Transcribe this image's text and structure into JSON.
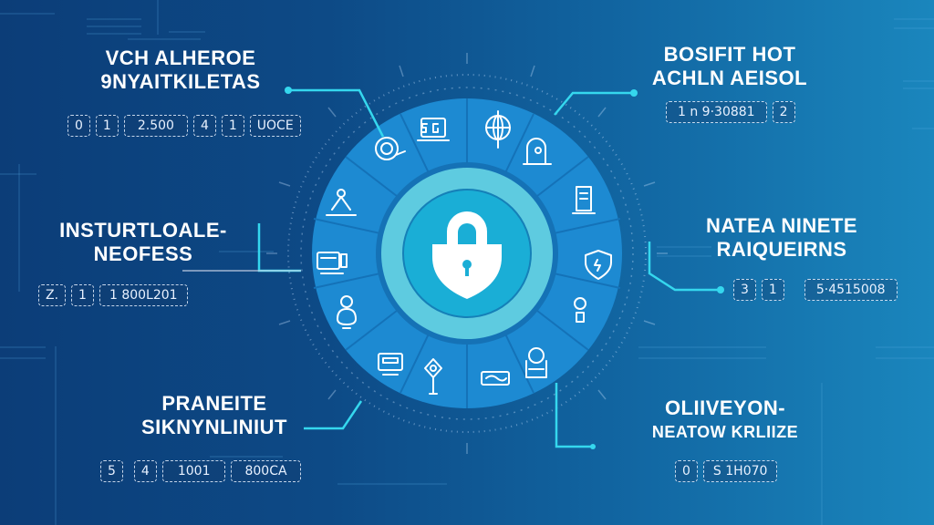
{
  "colors": {
    "background_left": "#0c3d78",
    "background_right": "#1a86bd",
    "connector": "#35d7ee",
    "ring_outer": "#1e8fd6",
    "ring_inner_band": "#60cde0",
    "core": "#1ab0d8",
    "lock": "#ffffff"
  },
  "center": {
    "icon": "padlock-icon"
  },
  "ring_icons": [
    "shield-target-icon",
    "5g-device-icon",
    "globe-network-icon",
    "cloud-server-icon",
    "server-rack-icon",
    "shield-badge-icon",
    "key-person-icon",
    "database-scroll-icon",
    "credit-card-icon",
    "eye-antenna-icon",
    "monitor-icon",
    "user-profile-icon",
    "desktop-computer-icon",
    "user-laptop-icon"
  ],
  "panels": [
    {
      "id": "top-left",
      "title_line1": "VCH ALHEROE",
      "title_line2": "9NYAITKILETAS",
      "chips": [
        "0",
        "1",
        "2.500",
        "4",
        "1",
        "UOCE"
      ]
    },
    {
      "id": "top-right",
      "title_line1": "BOSIFIT HOT",
      "title_line2": "ACHLN AEISOL",
      "chips": [
        "1 n 9·30881",
        "2"
      ]
    },
    {
      "id": "mid-left",
      "title_line1": "INSTURTLOALE-",
      "title_line2": "NEOFESS",
      "chips": [
        "Z.",
        "1",
        "1 800L201"
      ]
    },
    {
      "id": "mid-right",
      "title_line1": "NATEA NINETE",
      "title_line2": "RAIQUEIRNS",
      "chips": [
        "3",
        "1",
        "5·4515008"
      ]
    },
    {
      "id": "bottom-left",
      "title_line1": "PRANEITE",
      "title_line2": "SIKNYNLINIUT",
      "chips": [
        "5",
        "4",
        "1001",
        "800CA"
      ]
    },
    {
      "id": "bottom-right",
      "title_line1": "OLIIVEYON-",
      "title_line2": "NEATOW KRLIIZE",
      "chips": [
        "0",
        "S 1H070"
      ]
    }
  ]
}
